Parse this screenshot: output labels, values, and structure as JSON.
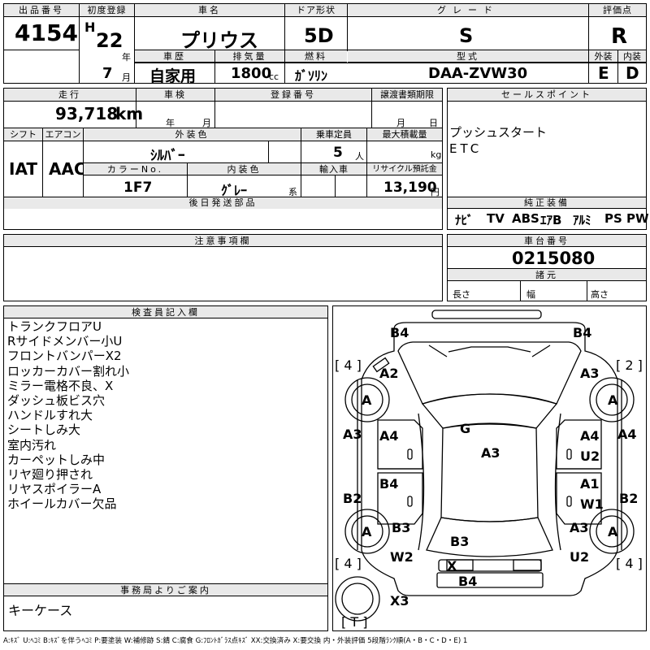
{
  "header": {
    "lot_label": "出品番号",
    "lot": "4154",
    "first_reg_label": "初度登録",
    "era": "H",
    "year": "22",
    "year_unit": "年",
    "month": "7",
    "month_unit": "月",
    "name_label": "車名",
    "name": "プリウス",
    "door_label": "ドア形状",
    "door": "5D",
    "grade_label": "グレード",
    "grade": "S",
    "score_label": "評価点",
    "score": "R",
    "history_label": "車歴",
    "history": "自家用",
    "displacement_label": "排気量",
    "displacement": "1800",
    "displacement_unit": "cc",
    "fuel_label": "燃料",
    "fuel": "ｶﾞｿﾘﾝ",
    "model_label": "型式",
    "model": "DAA-ZVW30",
    "exterior_label": "外装",
    "exterior": "E",
    "interior_label": "内装",
    "interior": "D"
  },
  "row2": {
    "mileage_label": "走行",
    "mileage": "93,718",
    "mileage_unit": "km",
    "inspection_label": "車検",
    "year_unit": "年",
    "month_unit": "月",
    "reg_no_label": "登録番号",
    "transfer_label": "譲渡書類期限",
    "transfer_month": "月",
    "transfer_day": "日",
    "shift_label": "シフト",
    "shift": "IAT",
    "ac_label": "エアコン",
    "ac": "AAC",
    "color_label": "外装色",
    "color": "ｼﾙﾊﾞｰ",
    "capacity_label": "乗車定員",
    "capacity": "5",
    "capacity_unit": "人",
    "max_load_label": "最大積載量",
    "max_load_unit": "kg",
    "color_no_label": "カラーNo.",
    "color_no": "1F7",
    "int_color_label": "内装色",
    "int_color": "ｸﾞﾚｰ",
    "int_color_suffix": "系",
    "import_label": "輸入車",
    "recycle_label": "リサイクル預託金",
    "recycle": "13,190",
    "recycle_unit": "円",
    "later_parts_label": "後日発送部品"
  },
  "sales": {
    "label": "セールスポイント",
    "lines": [
      "プッシュスタート",
      "ETC"
    ],
    "equip_label": "純正装備",
    "equip": [
      "ﾅﾋﾞ",
      "TV",
      "ABS",
      "ｴｱB",
      "ｱﾙﾐ",
      "PS",
      "PW"
    ]
  },
  "notes": {
    "label": "注意事項欄"
  },
  "chassis": {
    "label": "車台番号",
    "number": "0215080",
    "dims_label": "諸元",
    "length": "長さ",
    "width": "幅",
    "height": "高さ"
  },
  "inspector": {
    "label": "検査員記入欄",
    "lines": [
      "トランクフロアU",
      "Rサイドメンバー小U",
      "フロントバンパーX2",
      "ロッカーカバー割れ小",
      "ミラー電格不良、X",
      "ダッシュ板ビス穴",
      "ハンドルすれ大",
      "シートしみ大",
      "室内汚れ",
      "カーペットしみ中",
      "リヤ廻り押され",
      "リヤスポイラーA",
      "ホイールカバー欠品"
    ]
  },
  "office": {
    "label": "事務局よりご案内",
    "text": "キーケース"
  },
  "diagram": {
    "b4_tl": "B4",
    "b4_tr": "B4",
    "tyre_l_top": "[ 4 ]",
    "tyre_r_top": "[ 2 ]",
    "a2": "A2",
    "a3_tr": "A3",
    "wheel_fl": "A",
    "wheel_fr": "A",
    "wheel_rl": "A",
    "wheel_rr": "A",
    "g": "G",
    "a3_side_l": "A3",
    "a4_side_r": "A4",
    "a4_l": "A4",
    "a4_r": "A4",
    "a3_c": "A3",
    "u2_r": "U2",
    "b4_l": "B4",
    "a1_r": "A1",
    "w1_r": "W1",
    "b2_l": "B2",
    "b2_r": "B2",
    "b3_l": "B3",
    "a3_br": "A3",
    "b3_c": "B3",
    "w2_l": "W2",
    "u2_br": "U2",
    "x_rear": "X",
    "b4_rear": "B4",
    "tyre_l_bot": "[ 4 ]",
    "tyre_r_bot": "[ 4 ]",
    "x3": "X3",
    "spare": "[ T ]"
  },
  "legend": "A:ｷｽﾞ U:ﾍｺﾐ B:ｷｽﾞを伴うﾍｺﾐ P:要塗装 W:補修跡 S:錆 C:腐食 G:ﾌﾛﾝﾄｶﾞﾗｽ点ｷｽﾞ XX:交換済み X:要交換 内・外装評価 5段階ﾗﾝｸ順(A・B・C・D・E) 1"
}
